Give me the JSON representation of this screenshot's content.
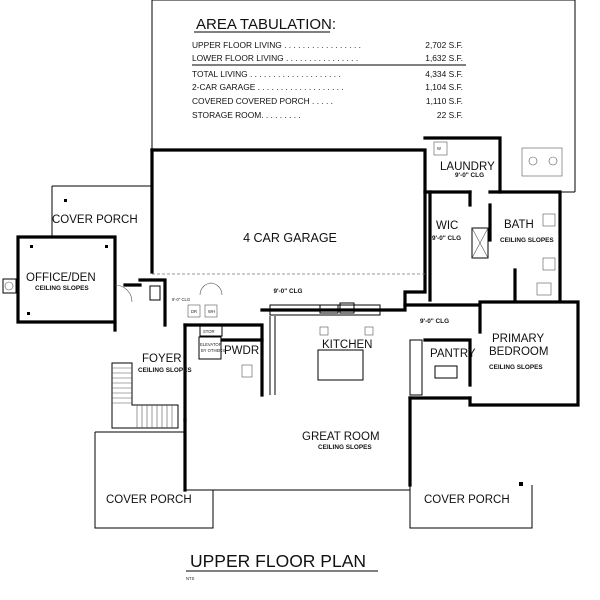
{
  "area_tabulation": {
    "heading": "AREA TABULATION:",
    "rows": [
      {
        "label": "UPPER FLOOR LIVING",
        "dots": " . . . . . . . . . . . . . . . . .",
        "value": "2,702 S.F."
      },
      {
        "label": "LOWER FLOOR LIVING",
        "dots": " . . . . . . . . . . . . . . . .",
        "value": "1,632 S.F."
      },
      {
        "label": "TOTAL LIVING",
        "dots": " . . . . . . . . . . . . . . . . . . . .",
        "value": "4,334 S.F."
      },
      {
        "label": "2-CAR GARAGE",
        "dots": " . . . . . . . . . . . . . . . . . . .",
        "value": "1,104 S.F."
      },
      {
        "label": "COVERED COVERED PORCH",
        "dots": " . . . . .",
        "value": "1,110 S.F."
      },
      {
        "label": "STORAGE ROOM",
        "dots": ". . . . . . . . .",
        "value": "22  S.F."
      }
    ]
  },
  "rooms": {
    "laundry": "LAUNDRY",
    "laundry_clg": "9'-0\" CLG",
    "cover_porch_nw": "COVER PORCH",
    "garage": "4 CAR GARAGE",
    "garage_clg": "9'-0\" CLG",
    "wic": "WIC",
    "wic_clg": "9'-0\" CLG",
    "bath": "BATH",
    "bath_note": "CEILING SLOPES",
    "office": "OFFICE/DEN",
    "office_note": "CEILING SLOPES",
    "foyer": "FOYER",
    "foyer_note": "CEILING SLOPES",
    "pwdr": "PWDR",
    "kitchen": "KITCHEN",
    "pantry": "PANTRY",
    "pantry_clg": "9'-0\" CLG",
    "primary_bedroom_1": "PRIMARY",
    "primary_bedroom_2": "BEDROOM",
    "primary_note": "CEILING SLOPES",
    "great_room": "GREAT ROOM",
    "great_room_note": "CEILING SLOPES",
    "cover_porch_sw": "COVER PORCH",
    "cover_porch_se": "COVER PORCH",
    "mudroom_clg": "9'-0\" CLG",
    "stor": "STOR",
    "elevator": "ELEVATOR",
    "elevator_2": "BY OTHERS"
  },
  "plan_title": "UPPER FLOOR PLAN",
  "plan_scale": "NTS"
}
